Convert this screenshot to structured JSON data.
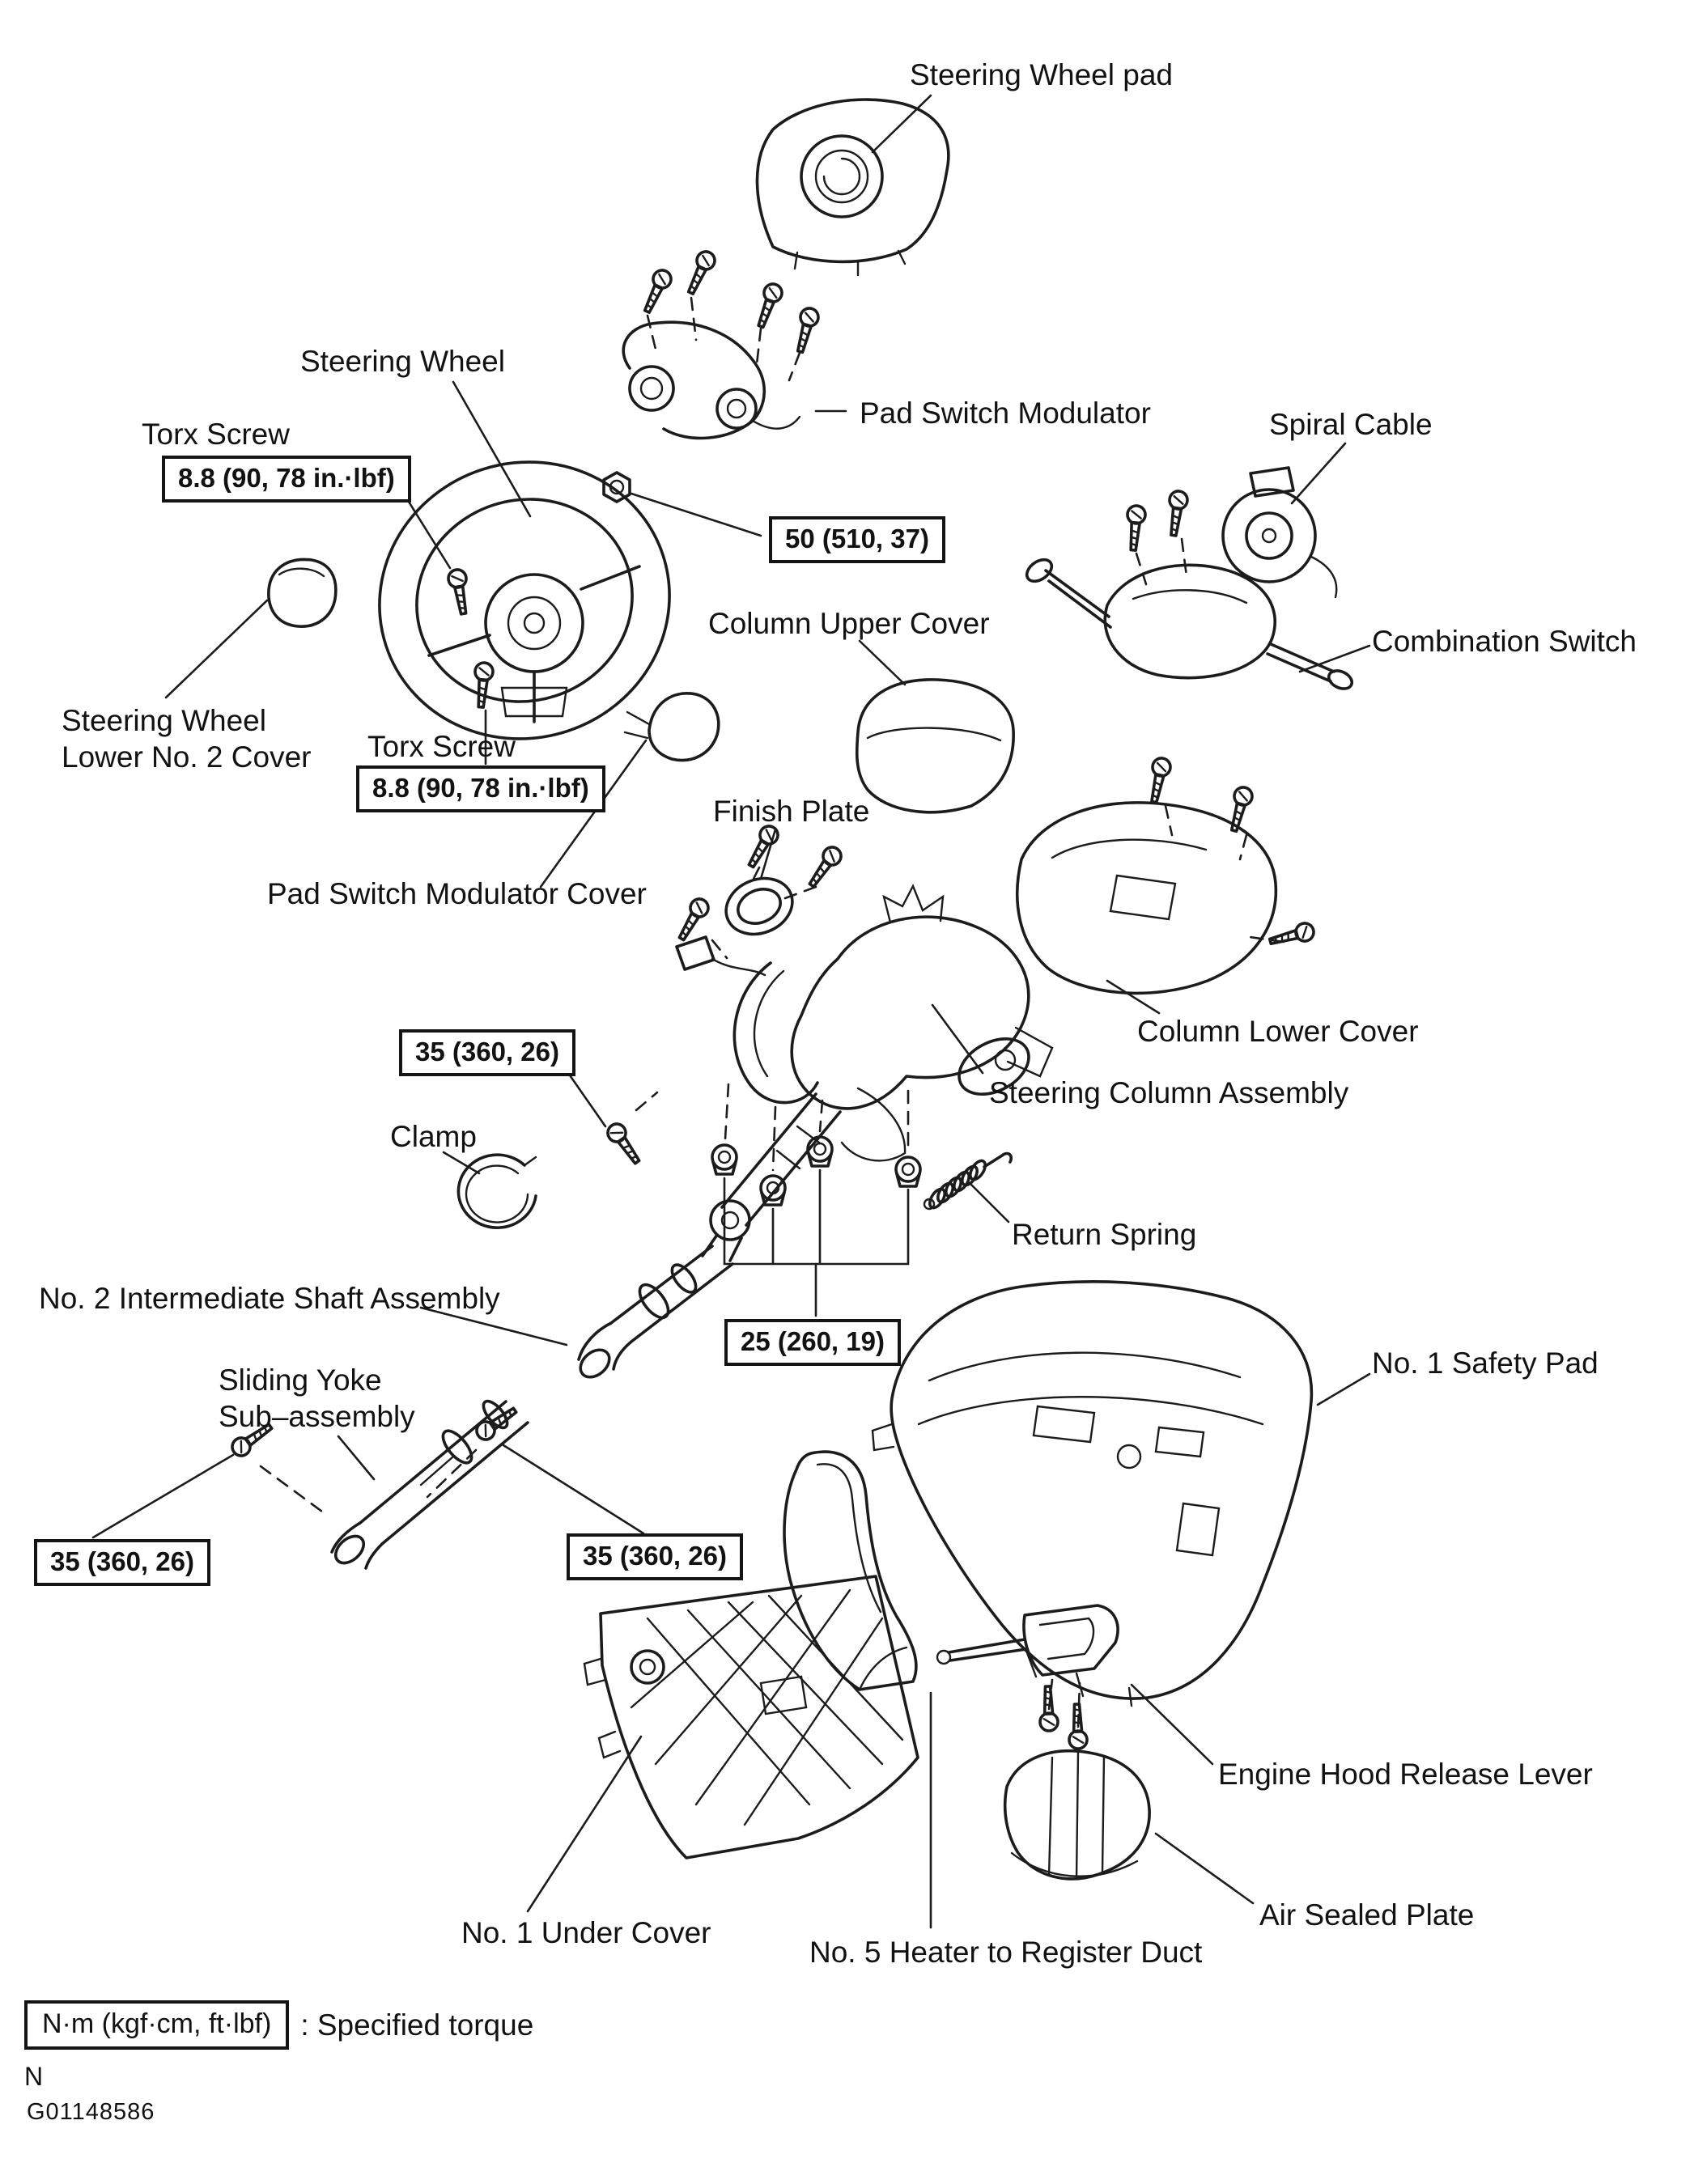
{
  "colors": {
    "background": "#ffffff",
    "ink": "#1c1c1c"
  },
  "labels": {
    "steering_wheel_pad": "Steering Wheel pad",
    "steering_wheel": "Steering Wheel",
    "torx_screw_upper": "Torx Screw",
    "pad_switch_modulator": "Pad Switch Modulator",
    "spiral_cable": "Spiral Cable",
    "column_upper_cover": "Column Upper Cover",
    "combination_switch": "Combination Switch",
    "sw_lower_cover_line1": "Steering Wheel",
    "sw_lower_cover_line2": "Lower No. 2 Cover",
    "torx_screw_lower": "Torx Screw",
    "finish_plate": "Finish Plate",
    "pad_switch_modulator_cover": "Pad Switch Modulator Cover",
    "column_lower_cover": "Column Lower Cover",
    "steering_column_assembly": "Steering Column Assembly",
    "clamp": "Clamp",
    "return_spring": "Return Spring",
    "no2_intermediate_shaft": "No. 2 Intermediate Shaft Assembly",
    "sliding_yoke_line1": "Sliding Yoke",
    "sliding_yoke_line2": "Sub–assembly",
    "no1_safety_pad": "No. 1 Safety Pad",
    "engine_hood_release_lever": "Engine Hood Release Lever",
    "no1_under_cover": "No. 1 Under Cover",
    "air_sealed_plate": "Air Sealed Plate",
    "no5_heater_duct": "No. 5 Heater to Register Duct"
  },
  "torque_specs": {
    "torx_screw_upper": "8.8 (90, 78 in.·lbf)",
    "wheel_set_nut": "50 (510, 37)",
    "torx_screw_lower": "8.8 (90, 78 in.·lbf)",
    "column_mount_bolt": "35 (360, 26)",
    "column_mount_nuts": "25 (260, 19)",
    "shaft_bolt_left": "35 (360, 26)",
    "shaft_bolt_right": "35 (360, 26)"
  },
  "legend": {
    "torque_unit_box": "N·m (kgf·cm, ft·lbf)",
    "torque_description": ": Specified torque"
  },
  "footer": {
    "page_letter": "N",
    "figure_code": "G01148586"
  }
}
